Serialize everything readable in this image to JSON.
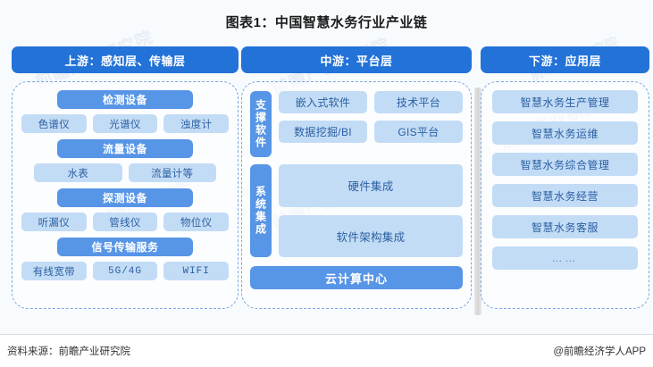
{
  "title": "图表1：中国智慧水务行业产业链",
  "columns": {
    "upstream": {
      "header": "上游：感知层、传输层",
      "groups": [
        {
          "name": "检测设备",
          "items": [
            "色谱仪",
            "光谱仪",
            "浊度计"
          ]
        },
        {
          "name": "流量设备",
          "items": [
            "水表",
            "流量计等"
          ]
        },
        {
          "name": "探测设备",
          "items": [
            "听漏仪",
            "管线仪",
            "物位仪"
          ]
        },
        {
          "name": "信号传输服务",
          "items": [
            "有线宽带",
            "5G/4G",
            "WIFI"
          ]
        }
      ]
    },
    "midstream": {
      "header": "中游：平台层",
      "support_label": "支撑软件",
      "support_items": [
        "嵌入式软件",
        "技术平台",
        "数据挖掘/BI",
        "GIS平台"
      ],
      "integration_label": "系统集成",
      "integration_items": [
        "硬件集成",
        "软件架构集成"
      ],
      "cloud": "云计算中心"
    },
    "downstream": {
      "header": "下游：应用层",
      "items": [
        "智慧水务生产管理",
        "智慧水务运维",
        "智慧水务综合管理",
        "智慧水务经营",
        "智慧水务客服",
        "……"
      ]
    }
  },
  "footer": {
    "source": "资料来源：前瞻产业研究院",
    "app": "@前瞻经济学人APP"
  },
  "watermarks": [
    "前瞻产业研究院",
    "前瞻产业研究院",
    "前瞻产业研究院",
    "前瞻产业研究院"
  ],
  "colors": {
    "header_bar": "#2272d8",
    "group_header": "#5795e6",
    "chip": "#c3dcf6",
    "chip_text": "#2a5fa0",
    "dashed_border": "#7aa8e0",
    "page_bg": "#f8fbfe"
  }
}
